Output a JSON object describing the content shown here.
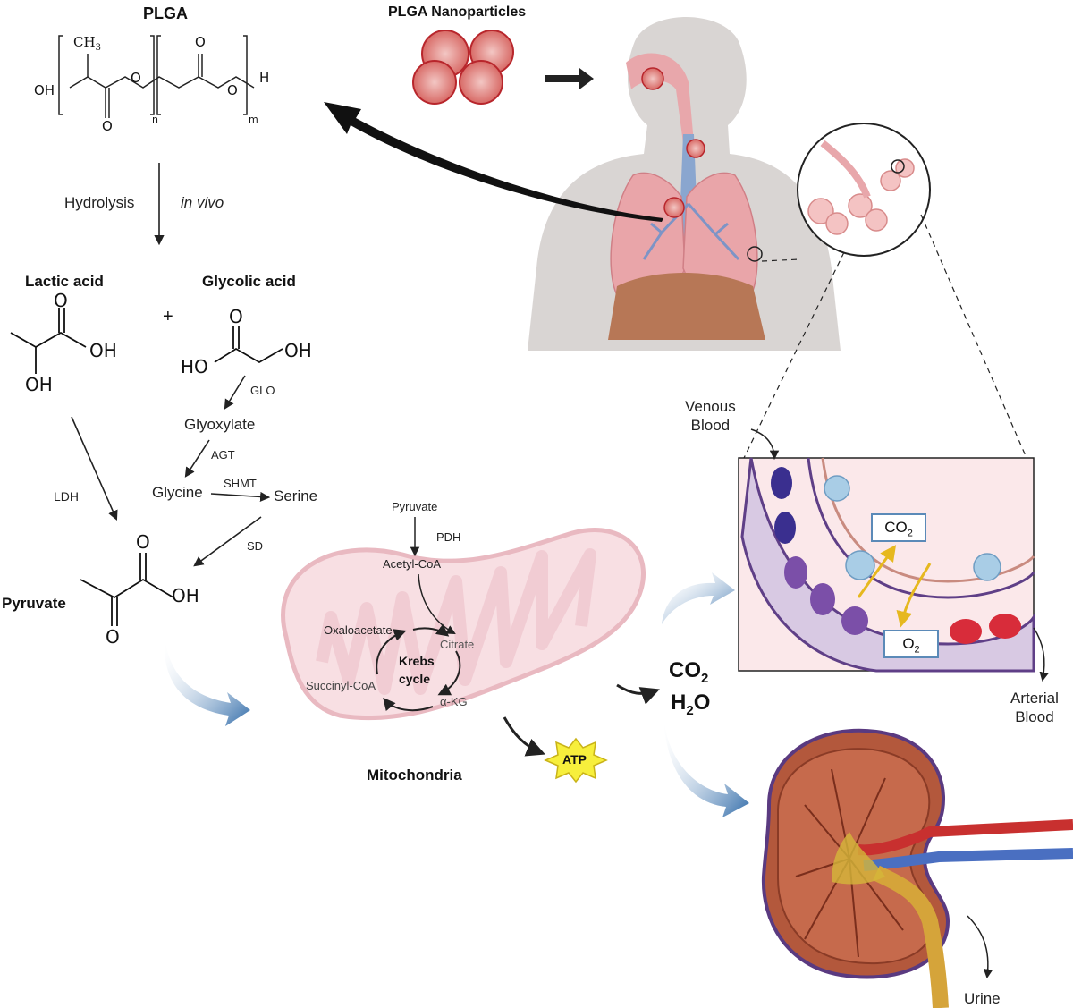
{
  "plga": {
    "title": "PLGA",
    "ch3": "CH",
    "ch3_sub": "3",
    "oh": "OH",
    "o_link": "O",
    "o_carbonyl_1": "O",
    "o_carbonyl_2": "O",
    "o_link_2": "O",
    "h": "H",
    "n": "n",
    "m": "m"
  },
  "nanoparticles": {
    "title": "PLGA Nanoparticles"
  },
  "hydrolysis": {
    "left": "Hydrolysis",
    "right": "in vivo"
  },
  "lactic": {
    "title": "Lactic acid",
    "o": "O",
    "oh": "OH",
    "oh_bottom": "OH"
  },
  "plus": "+",
  "glycolic": {
    "title": "Glycolic acid",
    "o": "O",
    "ho": "HO",
    "oh": "OH"
  },
  "pathway": {
    "glo": "GLO",
    "glyoxylate": "Glyoxylate",
    "agt": "AGT",
    "glycine": "Glycine",
    "shmt": "SHMT",
    "serine": "Serine",
    "sd": "SD",
    "ldh": "LDH"
  },
  "pyruvate": {
    "title": "Pyruvate",
    "o_top": "O",
    "oh": "OH",
    "o_bottom": "O"
  },
  "krebs": {
    "pyruvate": "Pyruvate",
    "pdh": "PDH",
    "acetyl": "Acetyl-CoA",
    "oxaloacetate": "Oxaloacetate",
    "citrate": "Citrate",
    "cycle_1": "Krebs",
    "cycle_2": "cycle",
    "succinyl": "Succinyl-CoA",
    "akg": "α-KG"
  },
  "mitochondria": "Mitochondria",
  "atp": "ATP",
  "products": {
    "co2_a": "CO",
    "co2_sub": "2",
    "h2o_a": "H",
    "h2o_sub": "2",
    "h2o_b": "O"
  },
  "alveolus": {
    "venous_1": "Venous",
    "venous_2": "Blood",
    "co2": "CO",
    "co2_sub": "2",
    "o2": "O",
    "o2_sub": "2",
    "arterial_1": "Arterial",
    "arterial_2": "Blood"
  },
  "kidney": {
    "urine": "Urine"
  },
  "colors": {
    "blue_arrow": "#2f6aa8",
    "mito_fill": "#f8dfe3",
    "mito_edge": "#e9b9c1",
    "lung": "#e9a5a9",
    "body": "#d6d2d0",
    "nanoparticle": "#b8262c",
    "atp_star": "#f7ef3c",
    "kidney": "#b3583c",
    "artery": "#c8302f",
    "vein": "#4a6fc1"
  }
}
